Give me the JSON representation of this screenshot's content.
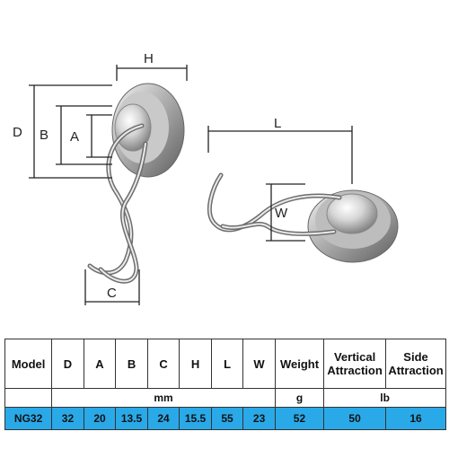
{
  "dimensions": {
    "H": "H",
    "D": "D",
    "B": "B",
    "A": "A",
    "C": "C",
    "L": "L",
    "W": "W"
  },
  "table": {
    "headers": {
      "model": "Model",
      "D": "D",
      "A": "A",
      "B": "B",
      "C": "C",
      "H": "H",
      "L": "L",
      "W": "W",
      "weight": "Weight",
      "vertical": "Vertical Attraction",
      "side": "Side Attraction"
    },
    "units": {
      "mm": "mm",
      "g": "g",
      "lb": "lb"
    },
    "row": {
      "model": "NG32",
      "D": "32",
      "A": "20",
      "B": "13.5",
      "C": "24",
      "H": "15.5",
      "L": "55",
      "W": "23",
      "weight": "52",
      "vertical": "50",
      "side": "16"
    }
  },
  "colors": {
    "highlight_row": "#2aa9e8"
  }
}
